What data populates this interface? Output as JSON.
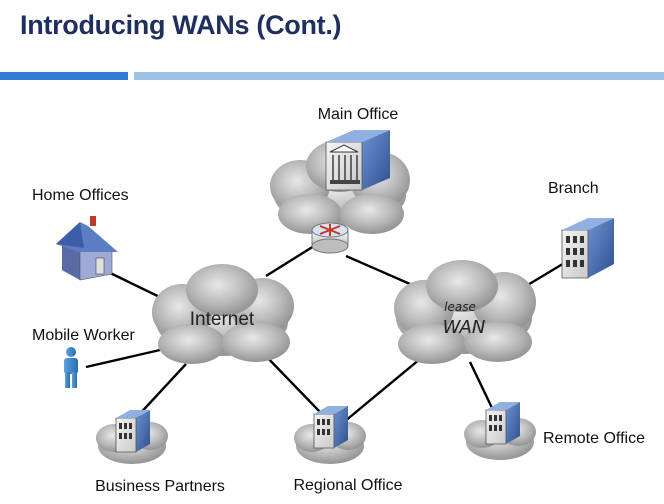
{
  "title": "Introducing WANs (Cont.)",
  "nodes": {
    "main_office": "Main Office",
    "home_offices": "Home Offices",
    "branch": "Branch",
    "mobile_worker": "Mobile Worker",
    "business_partners": "Business Partners",
    "regional_office": "Regional Office",
    "remote_office": "Remote Office"
  },
  "clouds": {
    "internet": "Internet",
    "wan": "WAN",
    "wan_annotation": "lease"
  },
  "colors": {
    "title": "#1f2f5e",
    "accent_bar": "#2e7bd1",
    "accent_bar_light": "#9cc3e3",
    "cloud": "#a7a7a7",
    "building_blue": "#4a6fb0",
    "person": "#3b82c4"
  },
  "icons": [
    "house-icon",
    "person-icon",
    "building-icon",
    "bank-icon",
    "router-icon",
    "cloud-icon"
  ]
}
